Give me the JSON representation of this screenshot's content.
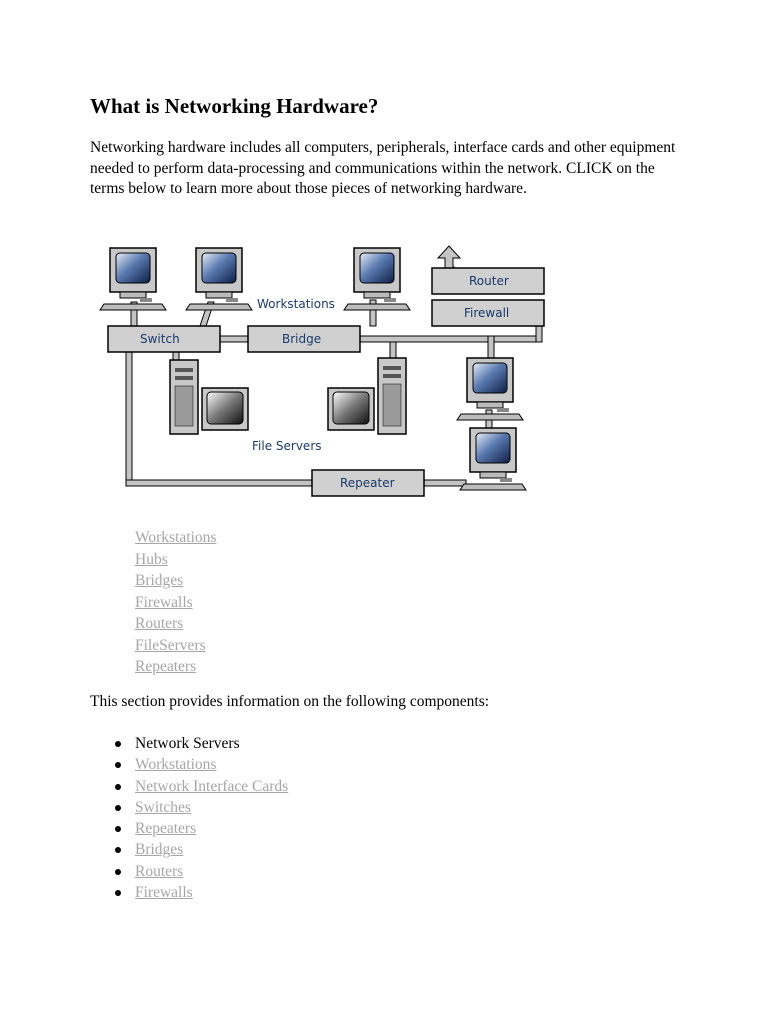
{
  "title": "What is Networking Hardware?",
  "intro": "Networking hardware includes all computers, peripherals, interface cards and other equipment needed to perform data-processing and communications within the network. CLICK on the terms below to learn more about those pieces of networking hardware.",
  "diagram": {
    "labels": {
      "switch": "Switch",
      "bridge": "Bridge",
      "router": "Router",
      "firewall": "Firewall",
      "repeater": "Repeater",
      "workstations": "Workstations",
      "file_servers": "File Servers"
    }
  },
  "hardware_links": [
    "Workstations",
    "Hubs",
    "Bridges",
    "Firewalls",
    "Routers",
    "FileServers",
    "Repeaters"
  ],
  "section_intro": "This section provides information on the following components:",
  "components": [
    {
      "label": "Network Servers",
      "link": false
    },
    {
      "label": "Workstations",
      "link": true
    },
    {
      "label": "Network Interface Cards",
      "link": true
    },
    {
      "label": "Switches",
      "link": true
    },
    {
      "label": "Repeaters",
      "link": true
    },
    {
      "label": "Bridges",
      "link": true
    },
    {
      "label": "Routers",
      "link": true
    },
    {
      "label": "Firewalls",
      "link": true
    }
  ],
  "colors": {
    "link": "#a6a6a6",
    "diagram_label": "#1a3a6b",
    "device_box": "#d0d0d0"
  }
}
